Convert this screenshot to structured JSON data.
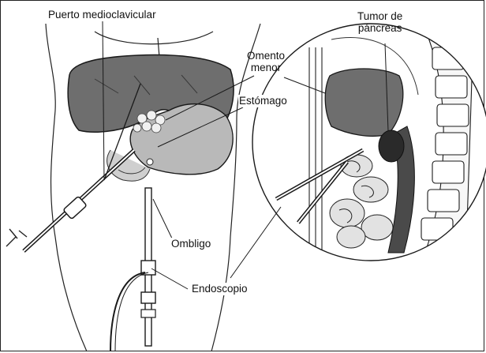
{
  "labels": {
    "puerto_medioclavicular": "Puerto medioclavicular",
    "tumor_de_pancreas": "Tumor de\npáncreas",
    "omento_menor": "Omento\nmenor",
    "estomago": "Estómago",
    "ombligo": "Ombligo",
    "endoscopio": "Endoscopio"
  },
  "colors": {
    "liver": "#6e6e6e",
    "stomach": "#b9b9b9",
    "outline": "#1a1a1a",
    "tumor": "#2a2a2a"
  }
}
